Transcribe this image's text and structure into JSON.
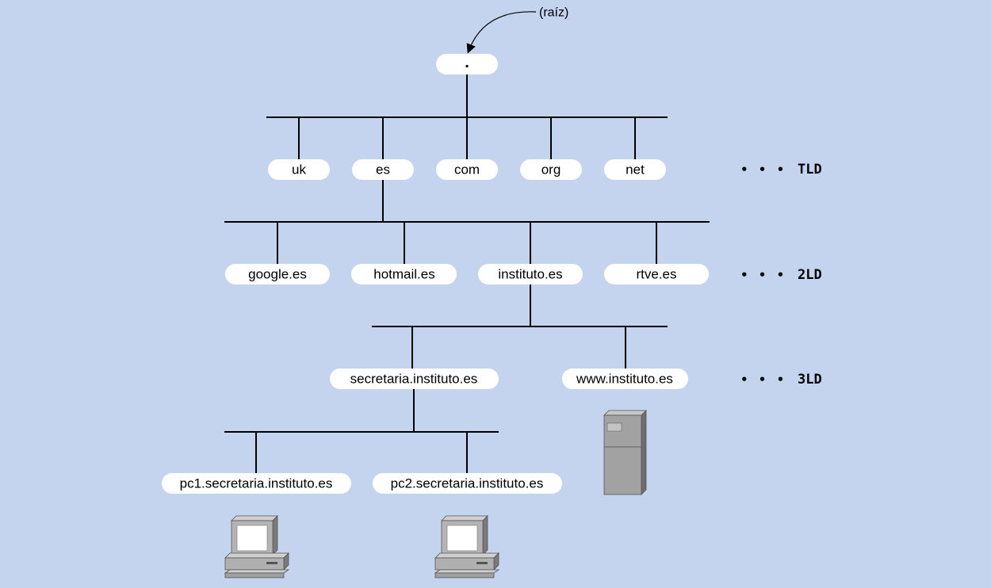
{
  "root": {
    "label": ".",
    "annotation": "(raíz)"
  },
  "tld": {
    "nodes": [
      "uk",
      "es",
      "com",
      "org",
      "net"
    ],
    "ellipsis": "• • •",
    "level_label": "TLD"
  },
  "sld": {
    "nodes": [
      "google.es",
      "hotmail.es",
      "instituto.es",
      "rtve.es"
    ],
    "ellipsis": "• • •",
    "level_label": "2LD"
  },
  "third": {
    "nodes": [
      "secretaria.instituto.es",
      "www.instituto.es"
    ],
    "ellipsis": "• • •",
    "level_label": "3LD"
  },
  "hosts": {
    "nodes": [
      "pc1.secretaria.instituto.es",
      "pc2.secretaria.instituto.es"
    ]
  },
  "icons": [
    "server-icon",
    "computer-icon",
    "computer-icon"
  ],
  "colors": {
    "background": "#c5d4ee",
    "node_fill": "#ffffff",
    "line": "#000000"
  }
}
